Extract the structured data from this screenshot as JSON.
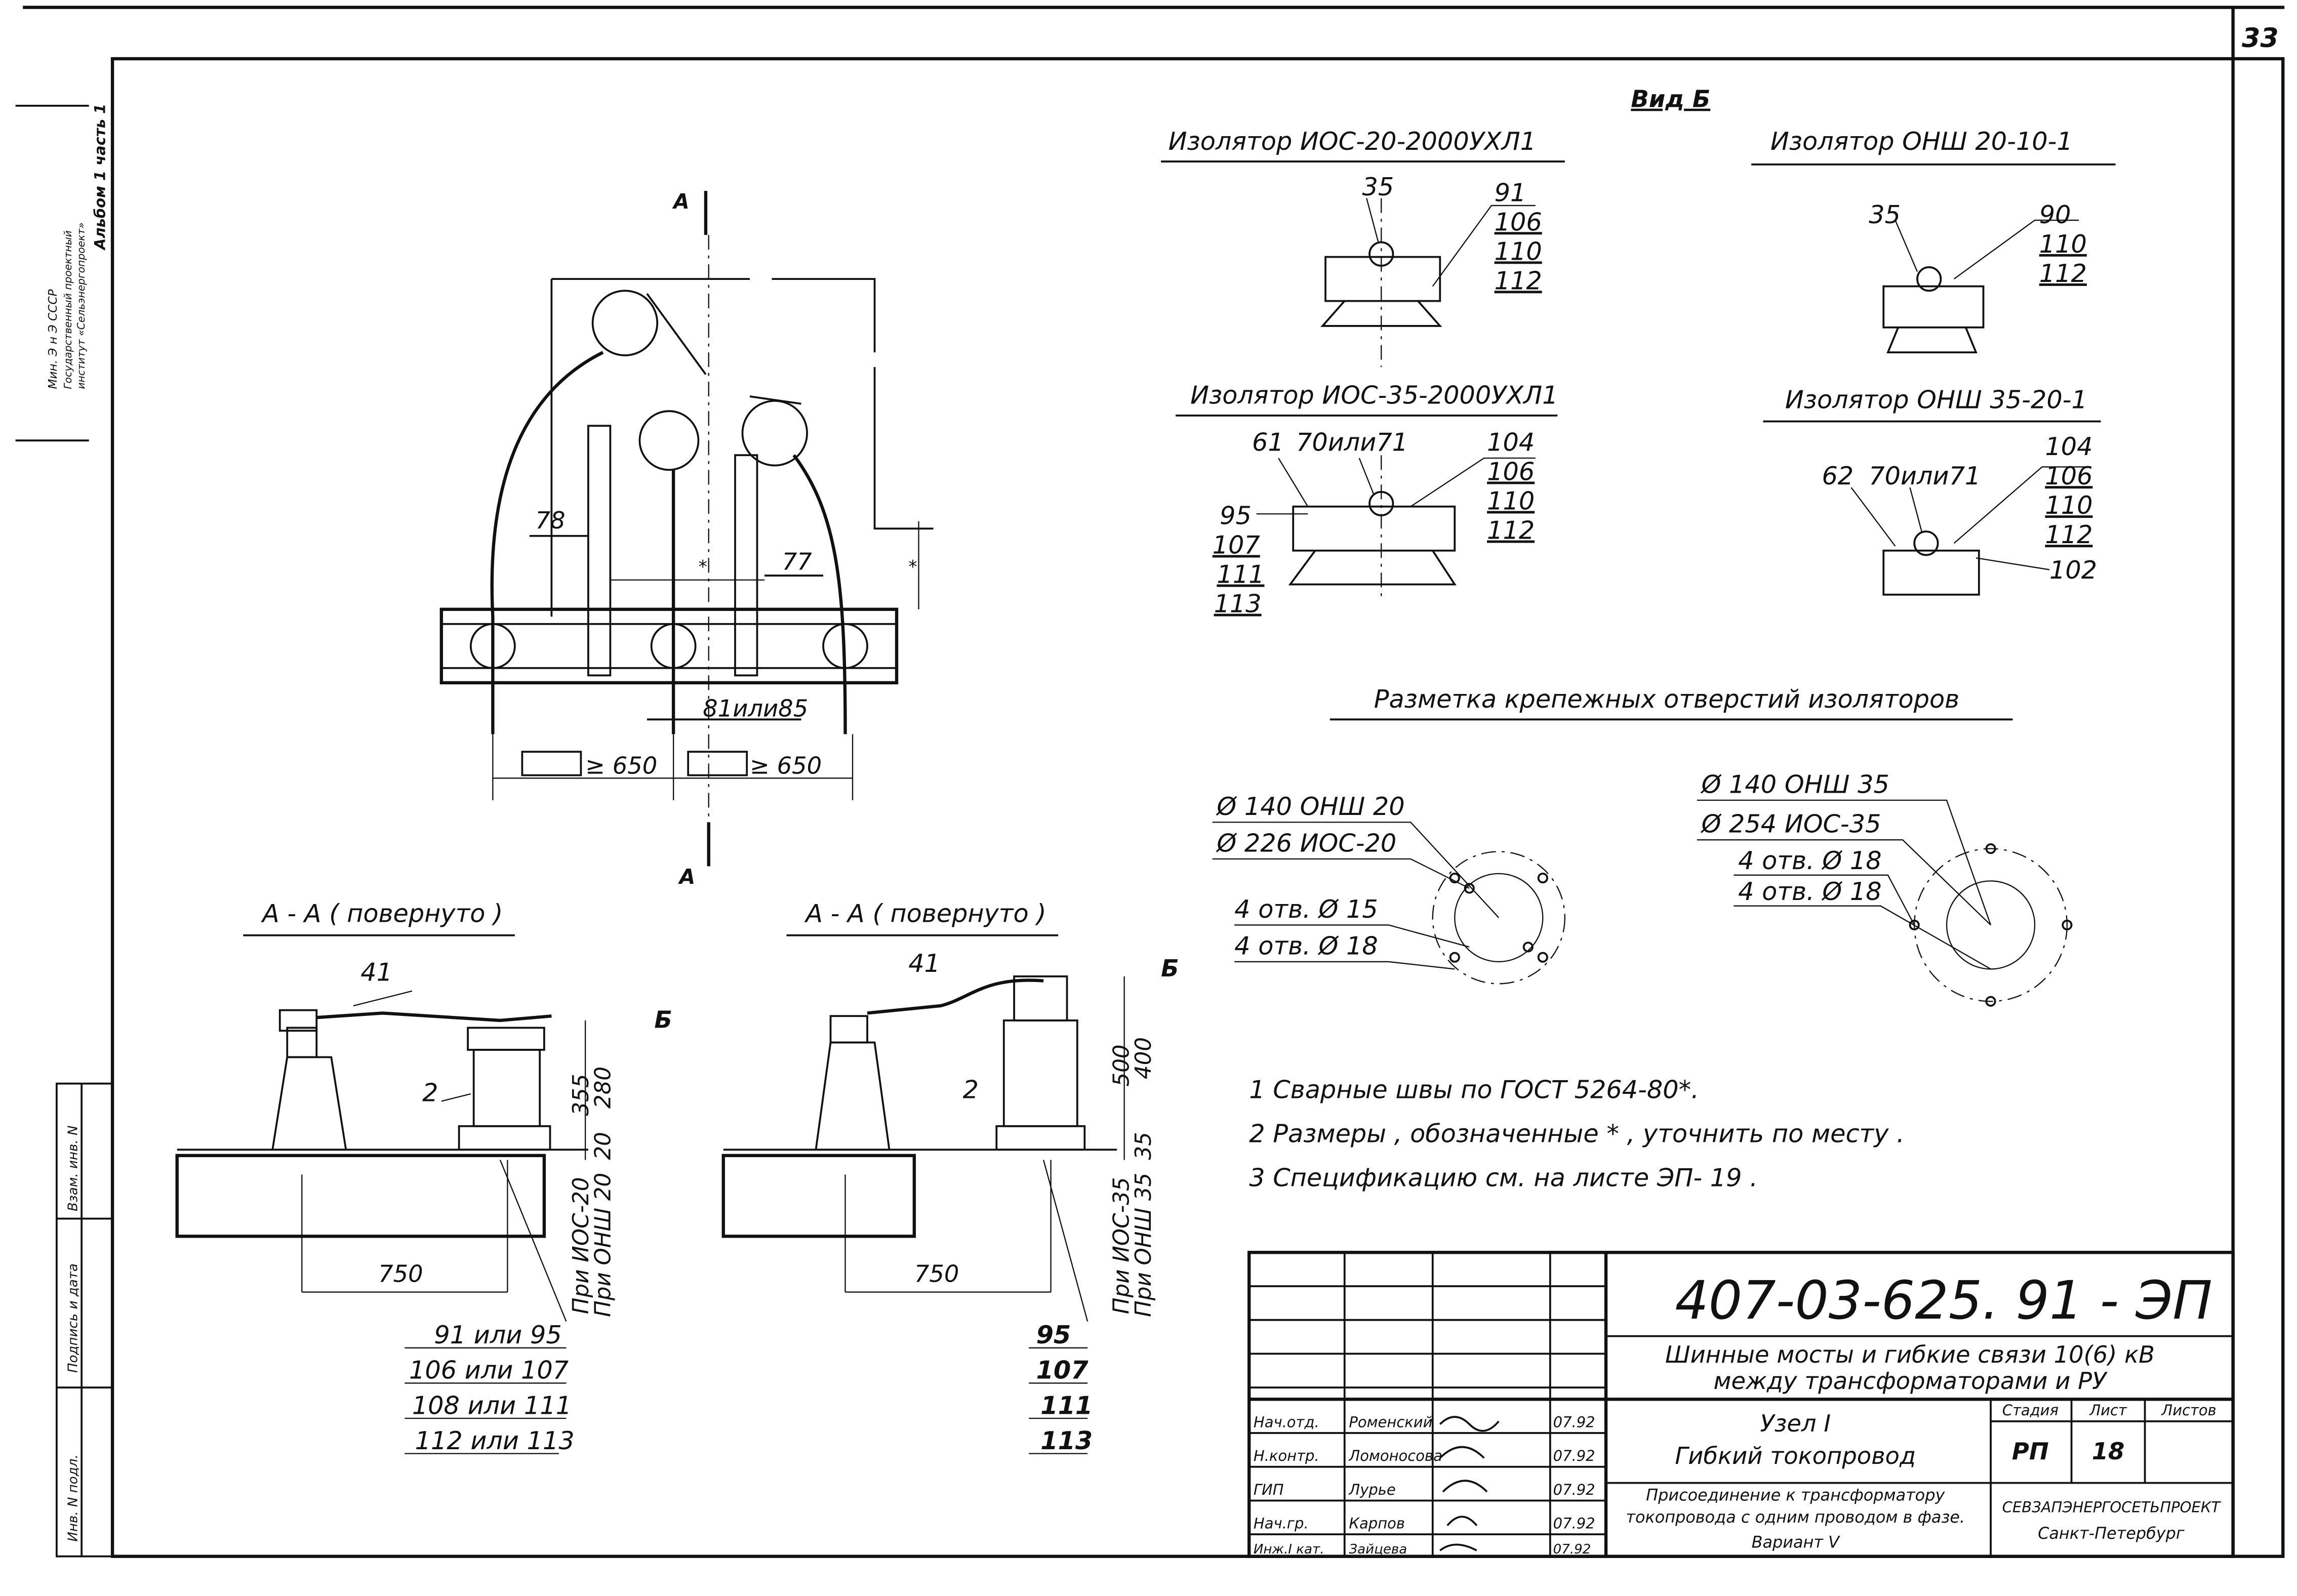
{
  "sheet_number": "33",
  "side_stamp": {
    "line1": "Мин. Э н Э СССР",
    "line2": "Государственный проектный",
    "line3": "институт «Сельэнергопроект»",
    "album": "Альбом 1 часть 1"
  },
  "left_strip": {
    "inv_orig": "Инв. N подл.",
    "sign_date": "Подпись и дата",
    "inv_replace": "Взам. инв. N"
  },
  "view_b": {
    "title": "Вид Б",
    "ios20": {
      "title": "Изолятор ИОС-20-2000УХЛ1",
      "left": "35",
      "refs": [
        "91",
        "106",
        "110",
        "112"
      ]
    },
    "onsh20": {
      "title": "Изолятор ОНШ 20-10-1",
      "left": "35",
      "refs": [
        "90",
        "110",
        "112"
      ]
    },
    "ios35": {
      "title": "Изолятор ИОС-35-2000УХЛ1",
      "l1": "61",
      "l2": "70или71",
      "refs": [
        "104",
        "106",
        "110",
        "112"
      ],
      "left_refs": [
        "95",
        "107",
        "111",
        "113"
      ]
    },
    "onsh35": {
      "title": "Изолятор ОНШ 35-20-1",
      "l1": "62",
      "l2": "70или71",
      "refs": [
        "104",
        "106",
        "110",
        "112",
        "102"
      ]
    }
  },
  "marking": {
    "title": "Разметка крепежных отверстий изоляторов",
    "left": [
      "Ø 140  ОНШ 20",
      "Ø 226  ИОС-20",
      "4 отв. Ø 15",
      "4 отв. Ø 18"
    ],
    "right": [
      "Ø 140  ОНШ 35",
      "Ø 254  ИОС-35",
      "4 отв. Ø 18",
      "4 отв. Ø 18"
    ]
  },
  "plan": {
    "section_mark": "А",
    "labels": {
      "p78": "78",
      "p77": "77",
      "p81": "81или85",
      "dim1": "≥ 650",
      "dim2": "≥ 650",
      "star": "*"
    }
  },
  "section_left": {
    "title": "А - А ( повернуто )",
    "p41": "41",
    "p2": "2",
    "b": "Б",
    "dims": [
      "355",
      "280",
      "20"
    ],
    "dim750": "750",
    "note1": "При ИОС-20",
    "note2": "При ОНШ 20",
    "refs": [
      "91 или 95",
      "106 или 107",
      "108 или 111",
      "112 или 113"
    ]
  },
  "section_right": {
    "title": "А - А ( повернуто )",
    "p41": "41",
    "p2": "2",
    "b": "Б",
    "dims": [
      "500",
      "400",
      "35"
    ],
    "dim750": "750",
    "note1": "При ИОС-35",
    "note2": "При ОНШ 35",
    "refs": [
      "95",
      "107",
      "111",
      "113"
    ]
  },
  "notes": [
    "1  Сварные швы по ГОСТ 5264-80*.",
    "2  Размеры , обозначенные * , уточнить по месту .",
    "3  Спецификацию см. на листе ЭП- 19 ."
  ],
  "title_block": {
    "doc_code": "407-03-625. 91 - ЭП",
    "project": [
      "Шинные мосты и гибкие связи 10(6) кВ",
      "между трансформаторами и РУ"
    ],
    "sheet_title": [
      "Узел I",
      "Гибкий токопровод"
    ],
    "description": [
      "Присоединение к трансформатору",
      "токопровода с одним проводом в фазе.",
      "Вариант V"
    ],
    "headers": {
      "stage": "Стадия",
      "sheet": "Лист",
      "sheets": "Листов"
    },
    "stage": "РП",
    "sheet": "18",
    "org": [
      "СЕВЗАПЭНЕРГОСЕТЬПРОЕКТ",
      "Санкт-Петербург"
    ],
    "people": [
      {
        "role": "Нач.отд.",
        "name": "Роменский",
        "date": "07.92"
      },
      {
        "role": "Н.контр.",
        "name": "Ломоносова",
        "date": "07.92"
      },
      {
        "role": "ГИП",
        "name": "Лурье",
        "date": "07.92"
      },
      {
        "role": "Нач.гр.",
        "name": "Карпов",
        "date": "07.92"
      },
      {
        "role": "Инж.I кат.",
        "name": "Зайцева",
        "date": "07.92"
      }
    ]
  }
}
